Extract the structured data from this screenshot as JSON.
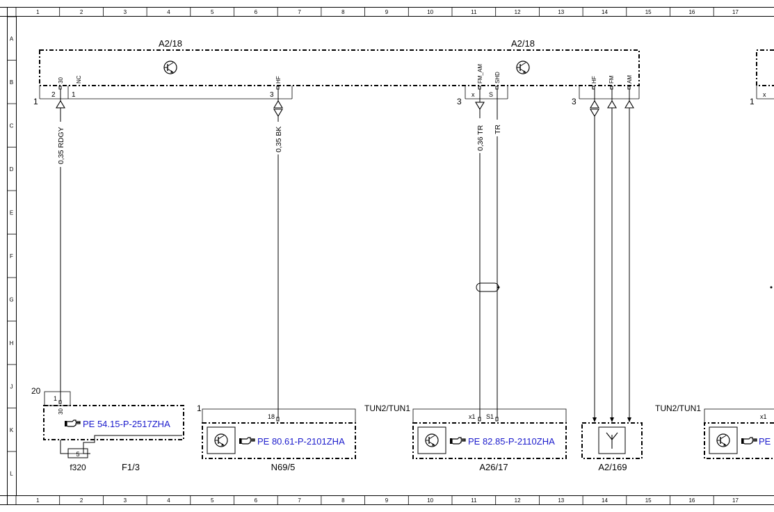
{
  "grid": {
    "columns": [
      "1",
      "2",
      "3",
      "4",
      "5",
      "6",
      "7",
      "8",
      "9",
      "10",
      "11",
      "12",
      "13",
      "14",
      "15",
      "16",
      "17"
    ],
    "rows": [
      "A",
      "B",
      "C",
      "D",
      "E",
      "F",
      "G",
      "H",
      "J",
      "K",
      "L"
    ]
  },
  "top_module": {
    "label_left": "A2/18",
    "label_right": "A2/18",
    "block1": {
      "num_outer": "1",
      "num_in_a": "2",
      "num_in_b": "1",
      "pin_a": "30",
      "pin_b": "NC"
    },
    "block2": {
      "num_in": "3",
      "pin": "HF"
    },
    "block3": {
      "num_outer": "3",
      "box_left": "x",
      "box_right": "S",
      "pin_a": "FM_AM",
      "pin_b": "SHD"
    },
    "block4": {
      "num_outer": "3",
      "pin_a": "HF",
      "pin_b": "FM",
      "pin_c": "AM"
    },
    "block5": {
      "num_outer": "1",
      "box_left": "x"
    }
  },
  "wires": {
    "w1": "0,35 RDGY",
    "w2": "0,35 BK",
    "w3": "0,36 TR",
    "w4": "TR"
  },
  "bottom": {
    "fuse": {
      "num": "20",
      "pin_num": "1",
      "pin": "30",
      "link": "PE 54.15-P-2517ZHA",
      "fuse_value": "5",
      "fuse_label": "f320",
      "label": "F1/3"
    },
    "n69": {
      "num": "1",
      "pin_num": "18",
      "link": "PE 80.61-P-2101ZHA",
      "label": "N69/5"
    },
    "a26": {
      "tun": "TUN2/TUN1",
      "pin_a": "x1",
      "pin_b": "S1",
      "link": "PE 82.85-P-2110ZHA",
      "label": "A26/17"
    },
    "a2_169": {
      "label": "A2/169"
    },
    "next": {
      "tun": "TUN2/TUN1",
      "pin": "x1",
      "link": "PE"
    }
  }
}
